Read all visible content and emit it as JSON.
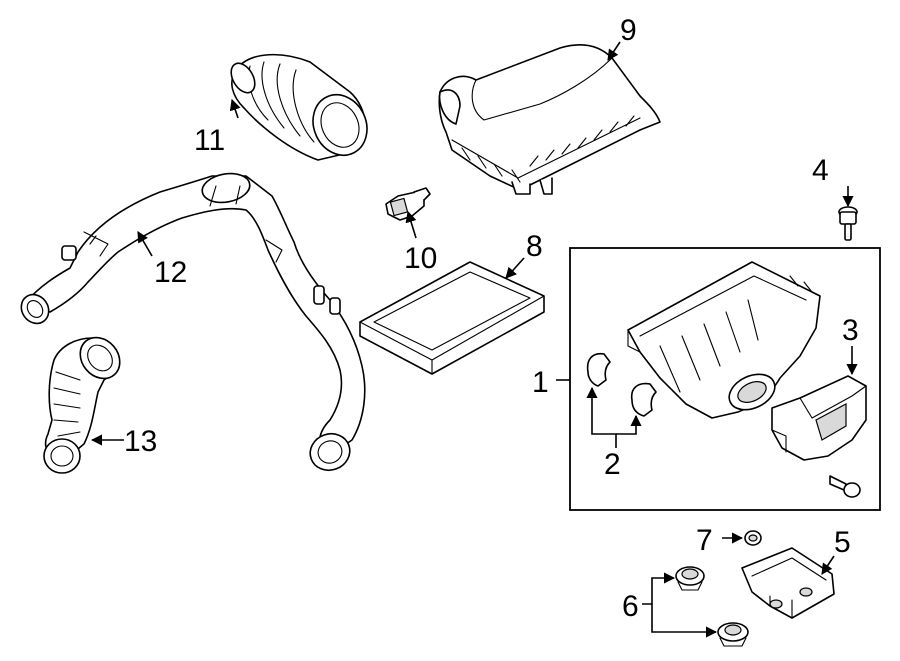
{
  "diagram": {
    "callouts": {
      "c1": "1",
      "c2": "2",
      "c3": "3",
      "c4": "4",
      "c5": "5",
      "c6": "6",
      "c7": "7",
      "c8": "8",
      "c9": "9",
      "c10": "10",
      "c11": "11",
      "c12": "12",
      "c13": "13"
    },
    "colors": {
      "line": "#000000",
      "background": "#ffffff",
      "shade": "#d9d9d9"
    }
  }
}
